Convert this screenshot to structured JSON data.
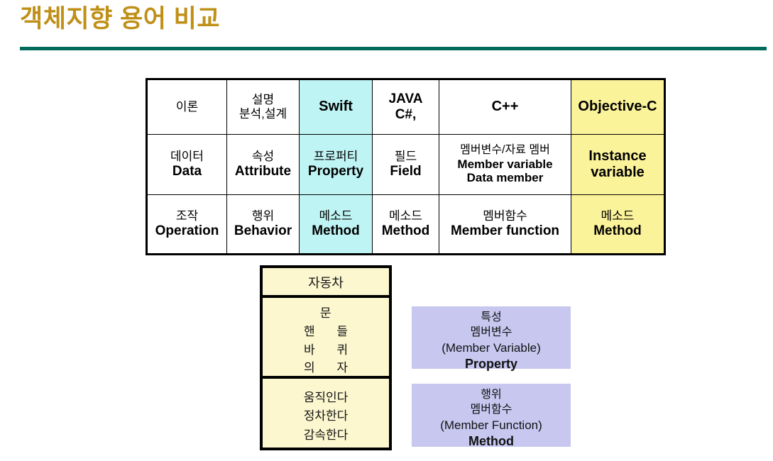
{
  "slide": {
    "title": "객체지향 용어 비교",
    "title_color": "#bf8f17",
    "rule_color": "#016b5b"
  },
  "table": {
    "accent_cyan": "#bff4f4",
    "accent_yellow": "#fbf39a",
    "columns": [
      {
        "key": "theory",
        "header_ko": "이론",
        "header_ko2": "",
        "header_en": "",
        "highlight": "none"
      },
      {
        "key": "analysis",
        "header_ko": "설명",
        "header_ko2": "분석,설계",
        "header_en": "",
        "highlight": "none"
      },
      {
        "key": "swift",
        "header_ko": "",
        "header_ko2": "",
        "header_en": "Swift",
        "highlight": "cyan"
      },
      {
        "key": "java_csharp",
        "header_ko": "",
        "header_ko2": "",
        "header_en": "JAVA",
        "header_en2": "C#,",
        "highlight": "none"
      },
      {
        "key": "cpp",
        "header_ko": "",
        "header_ko2": "",
        "header_en": "C++",
        "highlight": "none"
      },
      {
        "key": "objc",
        "header_ko": "",
        "header_ko2": "",
        "header_en": "Objective-C",
        "highlight": "yellow"
      }
    ],
    "rows": [
      {
        "name": "data-row",
        "cells": [
          {
            "ko": "데이터",
            "en": "Data",
            "highlight": "none"
          },
          {
            "ko": "속성",
            "en": "Attribute",
            "highlight": "none"
          },
          {
            "ko": "프로퍼티",
            "en": "Property",
            "highlight": "cyan"
          },
          {
            "ko": "필드",
            "en": "Field",
            "highlight": "none"
          },
          {
            "ko": "멤버변수/자료 멤버",
            "en": "Member variable",
            "en2": "Data member",
            "highlight": "none"
          },
          {
            "ko": "",
            "en": "Instance",
            "en2": "variable",
            "highlight": "yellow"
          }
        ]
      },
      {
        "name": "operation-row",
        "cells": [
          {
            "ko": "조작",
            "en": "Operation",
            "highlight": "none"
          },
          {
            "ko": "행위",
            "en": "Behavior",
            "highlight": "none"
          },
          {
            "ko": "메소드",
            "en": "Method",
            "highlight": "cyan"
          },
          {
            "ko": "메소드",
            "en": "Method",
            "highlight": "none"
          },
          {
            "ko": "멤버함수",
            "en": "Member function",
            "highlight": "none"
          },
          {
            "ko": "메소드",
            "en": "Method",
            "highlight": "yellow"
          }
        ]
      }
    ]
  },
  "uml_class": {
    "fill_color": "#fcf7cf",
    "name": "자동차",
    "attributes": [
      "문",
      "핸 들",
      "바 퀴",
      "의 자"
    ],
    "operations": [
      "움직인다",
      "정차한다",
      "감속한다"
    ]
  },
  "notes": [
    {
      "name": "property-note",
      "fill_color": "#c7c7f0",
      "line1_ko": "특성",
      "line2_ko": "멤버변수",
      "line3_en": "(Member Variable)",
      "line4_bold": "Property"
    },
    {
      "name": "method-note",
      "fill_color": "#c7c7f0",
      "line1_ko": "행위",
      "line2_ko": "멤버함수",
      "line3_en": "(Member Function)",
      "line4_bold": "Method"
    }
  ]
}
